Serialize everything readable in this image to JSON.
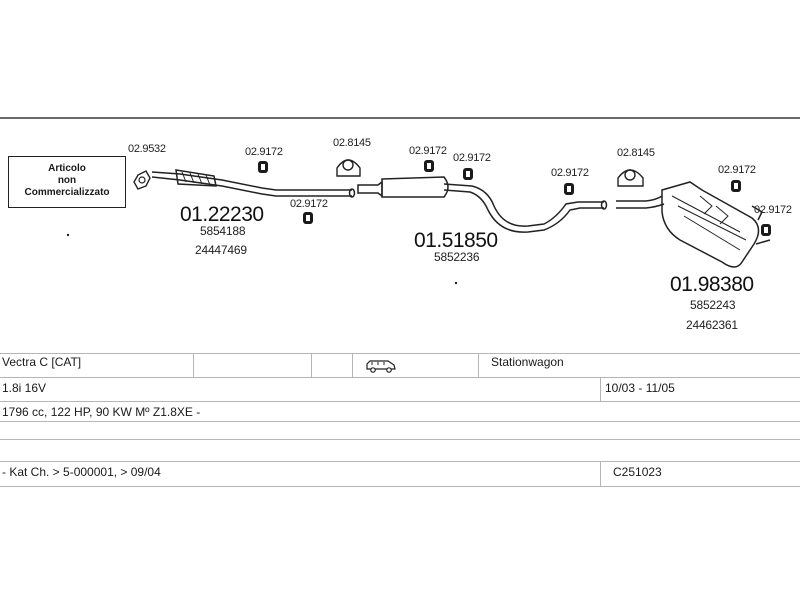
{
  "note": {
    "line1": "Articolo",
    "line2": "non",
    "line3": "Commercializzato"
  },
  "parts": {
    "gasket_front": "02.9532",
    "front_pipe": {
      "code": "01.22230",
      "ref1": "5854188",
      "ref2": "24447469"
    },
    "hanger_a": "02.9172",
    "hanger_b": "02.9172",
    "clamp_a": "02.8145",
    "hanger_c": "02.9172",
    "hanger_d": "02.9172",
    "centre_silencer": {
      "code": "01.51850",
      "ref1": "5852236"
    },
    "hanger_e": "02.9172",
    "clamp_b": "02.8145",
    "hanger_f": "02.9172",
    "hanger_g": "02.9172",
    "rear_silencer": {
      "code": "01.98380",
      "ref1": "5852243",
      "ref2": "24462361"
    }
  },
  "vehicle": {
    "model": "Vectra C  [CAT]",
    "body_type": "Stationwagon",
    "body_icon": "car-wagon-icon",
    "engine": "1.8i 16V",
    "period": "10/03 - 11/05",
    "specs": "1796 cc, 122 HP, 90 KW Mº Z1.8XE -",
    "chassis_note": "- Kat Ch. > 5-000001, > 09/04",
    "catalog_code": "C251023"
  }
}
